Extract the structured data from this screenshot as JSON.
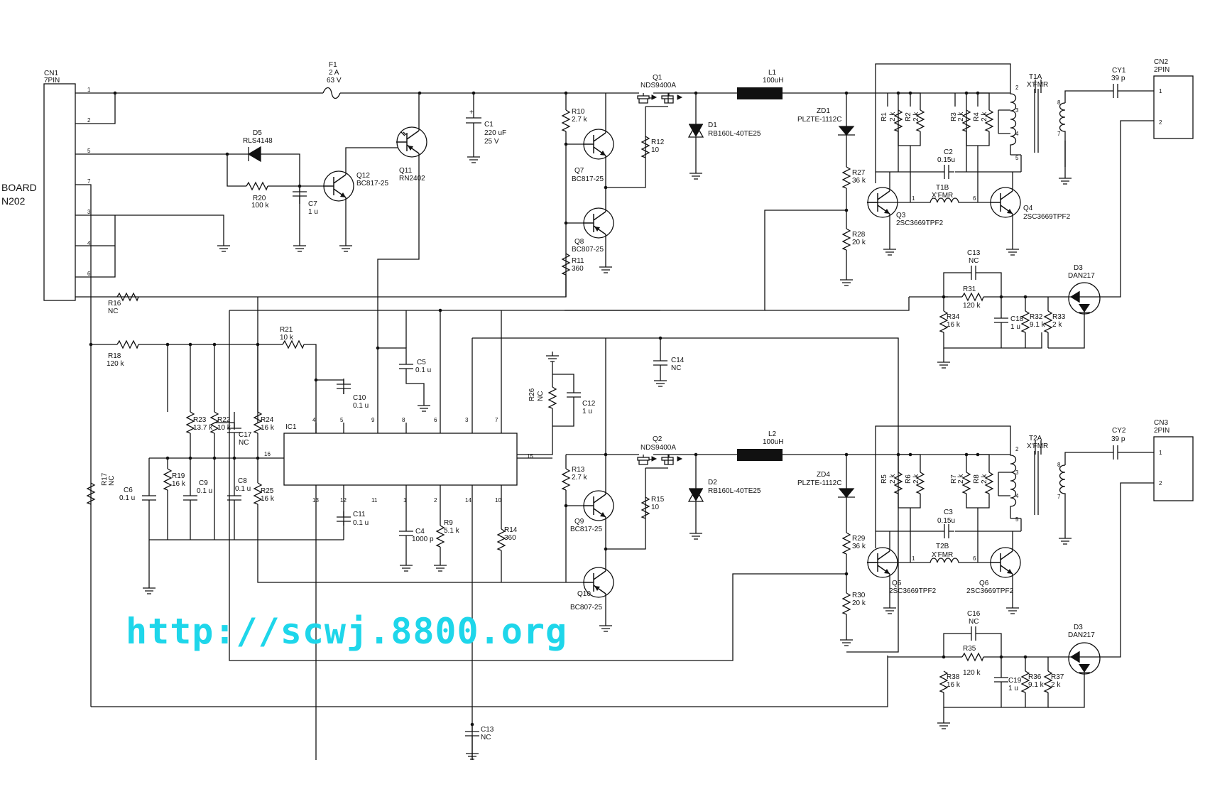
{
  "watermark": "http://scwj.8800.org",
  "colors": {
    "watermark": "#1ed6ea",
    "ink": "#111111",
    "background": "#ffffff"
  },
  "board_text": {
    "line1": "BOARD",
    "line2": "N202"
  },
  "connectors": {
    "cn1": {
      "ref": "CN1",
      "type": "7PIN",
      "pins": [
        "1",
        "2",
        "5",
        "7",
        "3",
        "4",
        "6"
      ]
    },
    "cn2": {
      "ref": "CN2",
      "type": "2PIN",
      "pins": [
        "1",
        "2"
      ]
    },
    "cn3": {
      "ref": "CN3",
      "type": "2PIN",
      "pins": [
        "1",
        "2"
      ]
    }
  },
  "ic1": {
    "ref": "IC1",
    "pins": [
      "1",
      "2",
      "3",
      "4",
      "5",
      "6",
      "7",
      "8",
      "9",
      "10",
      "11",
      "12",
      "13",
      "14",
      "15",
      "16"
    ]
  },
  "components": {
    "F1": {
      "ref": "F1",
      "value": "2 A",
      "value2": "63 V"
    },
    "D5": {
      "ref": "D5",
      "value": "RLS4148"
    },
    "R20": {
      "ref": "R20",
      "value": "100 k"
    },
    "C7": {
      "ref": "C7",
      "value": "1 u"
    },
    "Q12": {
      "ref": "Q12",
      "value": "BC817-25"
    },
    "Q11": {
      "ref": "Q11",
      "value": "RN2402"
    },
    "C1": {
      "ref": "C1",
      "value": "220 uF",
      "value2": "25 V"
    },
    "R10": {
      "ref": "R10",
      "value": "2.7 k"
    },
    "Q7": {
      "ref": "Q7",
      "value": "BC817-25"
    },
    "Q8": {
      "ref": "Q8",
      "value": "BC807-25"
    },
    "R11": {
      "ref": "R11",
      "value": "360"
    },
    "Q1": {
      "ref": "Q1",
      "value": "NDS9400A"
    },
    "R12": {
      "ref": "R12",
      "value": "10"
    },
    "D1": {
      "ref": "D1",
      "value": "RB160L-40TE25"
    },
    "L1": {
      "ref": "L1",
      "value": "100uH"
    },
    "ZD1": {
      "ref": "ZD1",
      "value": "PLZTE-1112C"
    },
    "R27": {
      "ref": "R27",
      "value": "36 k"
    },
    "R28": {
      "ref": "R28",
      "value": "20 k"
    },
    "R1": {
      "ref": "R1",
      "value": "2 k"
    },
    "R2": {
      "ref": "R2",
      "value": "2 k"
    },
    "R3": {
      "ref": "R3",
      "value": "2 k"
    },
    "R4": {
      "ref": "R4",
      "value": "2 k"
    },
    "C2": {
      "ref": "C2",
      "value": "0.15u"
    },
    "T1B": {
      "ref": "T1B",
      "value": "X'FMR"
    },
    "Q3": {
      "ref": "Q3",
      "value": "2SC3669TPF2"
    },
    "Q4": {
      "ref": "Q4",
      "value": "2SC3669TPF2"
    },
    "T1A": {
      "ref": "T1A",
      "value": "X'FMR"
    },
    "CY1": {
      "ref": "CY1",
      "value": "39 p"
    },
    "C13a": {
      "ref": "C13",
      "value": "NC"
    },
    "R31": {
      "ref": "R31",
      "value": "120 k"
    },
    "D3a": {
      "ref": "D3",
      "value": "DAN217"
    },
    "R34": {
      "ref": "R34",
      "value": "16 k"
    },
    "C18": {
      "ref": "C18",
      "value": "1 u"
    },
    "R32": {
      "ref": "R32",
      "value": "9.1 k"
    },
    "R33": {
      "ref": "R33",
      "value": "2 k"
    },
    "R16": {
      "ref": "R16",
      "value": "NC"
    },
    "R18": {
      "ref": "R18",
      "value": "120 k"
    },
    "R21": {
      "ref": "R21",
      "value": "10 k"
    },
    "C5": {
      "ref": "C5",
      "value": "0.1 u"
    },
    "C14": {
      "ref": "C14",
      "value": "NC"
    },
    "C10": {
      "ref": "C10",
      "value": "0.1 u"
    },
    "R26": {
      "ref": "R26",
      "value": "NC"
    },
    "C12": {
      "ref": "C12",
      "value": "1 u"
    },
    "R23": {
      "ref": "R23",
      "value": "13.7 k"
    },
    "R22": {
      "ref": "R22",
      "value": "10 k"
    },
    "C17": {
      "ref": "C17",
      "value": "NC"
    },
    "R24": {
      "ref": "R24",
      "value": "16 k"
    },
    "R19": {
      "ref": "R19",
      "value": "16 k"
    },
    "C6": {
      "ref": "C6",
      "value": "0.1 u"
    },
    "C9": {
      "ref": "C9",
      "value": "0.1 u"
    },
    "C8": {
      "ref": "C8",
      "value": "0.1 u"
    },
    "R25": {
      "ref": "R25",
      "value": "16 k"
    },
    "R17": {
      "ref": "R17",
      "value": "NC"
    },
    "C11": {
      "ref": "C11",
      "value": "0.1 u"
    },
    "C4": {
      "ref": "C4",
      "value": "1000 p"
    },
    "R9": {
      "ref": "R9",
      "value": "5.1 k"
    },
    "R14": {
      "ref": "R14",
      "value": "360"
    },
    "R13": {
      "ref": "R13",
      "value": "2.7 k"
    },
    "Q9": {
      "ref": "Q9",
      "value": "BC817-25"
    },
    "Q10": {
      "ref": "Q10",
      "value": "BC807-25"
    },
    "Q2": {
      "ref": "Q2",
      "value": "NDS9400A"
    },
    "R15": {
      "ref": "R15",
      "value": "10"
    },
    "D2": {
      "ref": "D2",
      "value": "RB160L-40TE25"
    },
    "L2": {
      "ref": "L2",
      "value": "100uH"
    },
    "ZD4": {
      "ref": "ZD4",
      "value": "PLZTE-1112C"
    },
    "R29": {
      "ref": "R29",
      "value": "36 k"
    },
    "R30": {
      "ref": "R30",
      "value": "20 k"
    },
    "R5": {
      "ref": "R5",
      "value": "2 k"
    },
    "R6": {
      "ref": "R6",
      "value": "2 k"
    },
    "R7": {
      "ref": "R7",
      "value": "2 k"
    },
    "R8": {
      "ref": "R8",
      "value": "2 k"
    },
    "C3": {
      "ref": "C3",
      "value": "0.15u"
    },
    "T2B": {
      "ref": "T2B",
      "value": "X'FMR"
    },
    "Q5": {
      "ref": "Q5",
      "value": "2SC3669TPF2"
    },
    "Q6": {
      "ref": "Q6",
      "value": "2SC3669TPF2"
    },
    "T2A": {
      "ref": "T2A",
      "value": "X'FMR"
    },
    "CY2": {
      "ref": "CY2",
      "value": "39 p"
    },
    "C16": {
      "ref": "C16",
      "value": "NC"
    },
    "R35": {
      "ref": "R35",
      "value": "120 k"
    },
    "D3b": {
      "ref": "D3",
      "value": "DAN217"
    },
    "R38": {
      "ref": "R38",
      "value": "16 k"
    },
    "C19": {
      "ref": "C19",
      "value": "1 u"
    },
    "R36": {
      "ref": "R36",
      "value": "9.1 k"
    },
    "R37": {
      "ref": "R37",
      "value": "2 k"
    },
    "C13b": {
      "ref": "C13",
      "value": "NC"
    }
  },
  "transformer_pins": {
    "p2": "2",
    "p3": "3",
    "p4": "4",
    "p5": "5",
    "p6": "6",
    "p7": "7",
    "p8": "8",
    "p1": "1"
  }
}
